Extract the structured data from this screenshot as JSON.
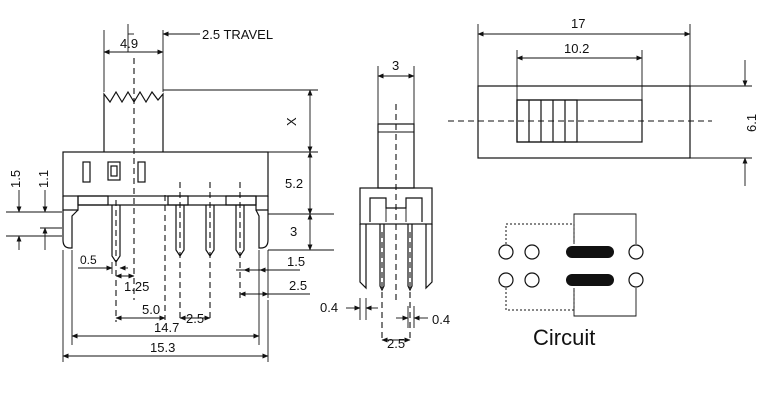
{
  "front_view": {
    "dim_top_width": "4.9",
    "dim_travel": "2.5 TRAVEL",
    "dim_x": "X",
    "dim_right_upper": "5.2",
    "dim_right_lower": "3",
    "dim_left_1": "1.5",
    "dim_left_2": "1.1",
    "dim_pin_small": "0.5",
    "dim_pin_offset": "1.25",
    "dim_inner_right_1": "1.5",
    "dim_inner_right_2": "2.5",
    "dim_pitch_center": "5.0",
    "dim_pitch": "2.5",
    "dim_pin_span": "14.7",
    "dim_total": "15.3"
  },
  "side_view": {
    "dim_actuator": "3",
    "dim_pin_left": "0.4",
    "dim_pin_right": "0.4",
    "dim_pin_pitch": "2.5"
  },
  "top_view": {
    "dim_length": "17",
    "dim_slot": "10.2",
    "dim_height": "6.1"
  },
  "circuit": {
    "label": "Circuit"
  }
}
